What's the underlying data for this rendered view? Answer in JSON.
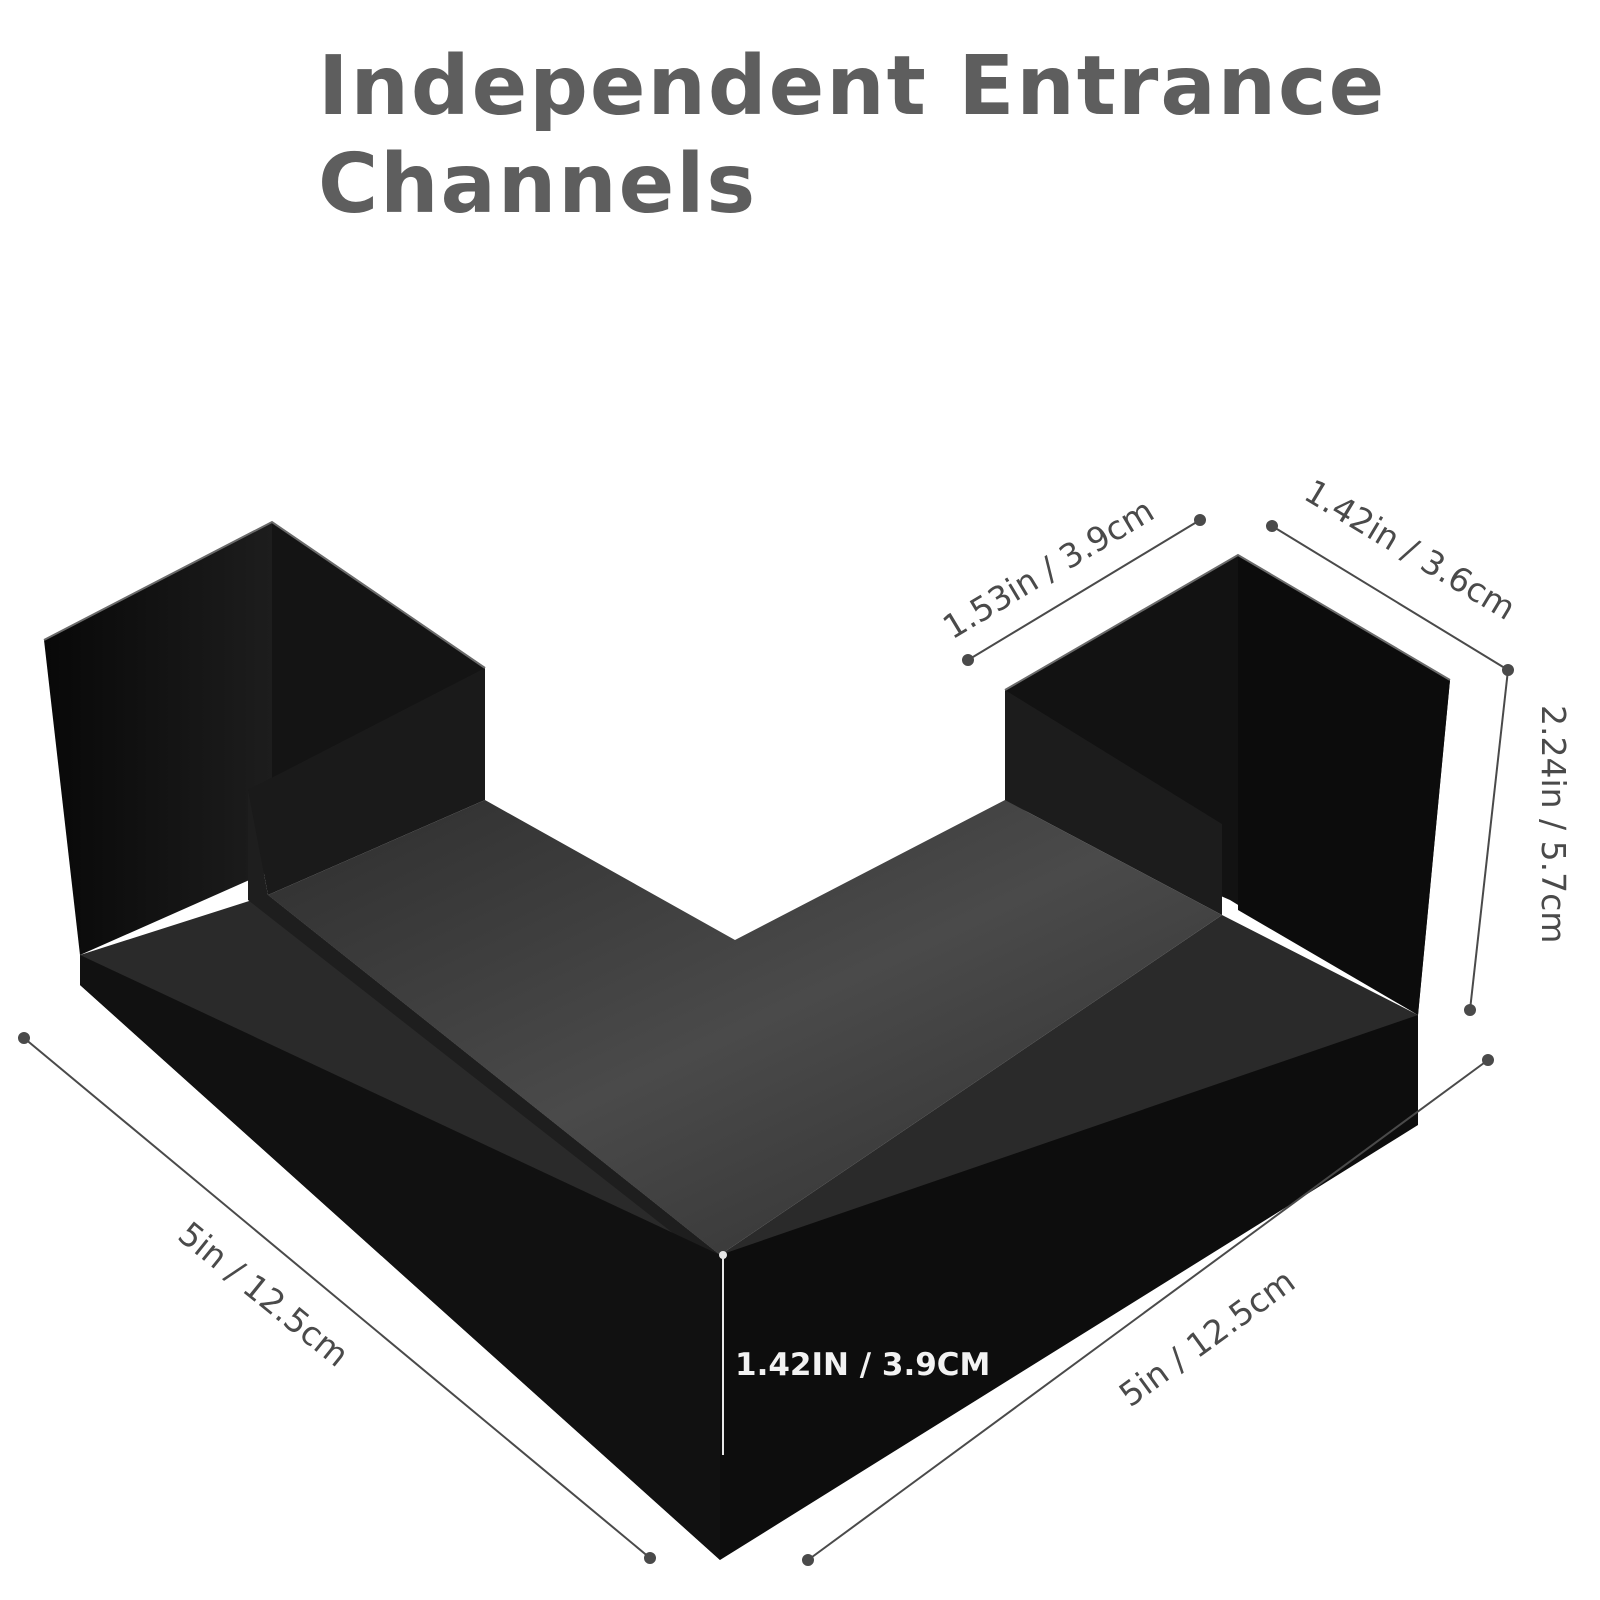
{
  "title": {
    "line1": "Independent Entrance",
    "line2": "Channels"
  },
  "dimensions": {
    "back_left_width": "1.53in / 3.9cm",
    "back_right_depth": "1.42in / 3.6cm",
    "height": "2.24in / 5.7cm",
    "front_right_length": "5in / 12.5cm",
    "front_left_length": "5in / 12.5cm",
    "front_edge_height": "1.42IN / 3.9CM"
  },
  "colors": {
    "product": "#0f0f0f",
    "floor": "#3a3a3a",
    "title": "#5e5e5e",
    "dimension_line": "#4a4a4a"
  }
}
